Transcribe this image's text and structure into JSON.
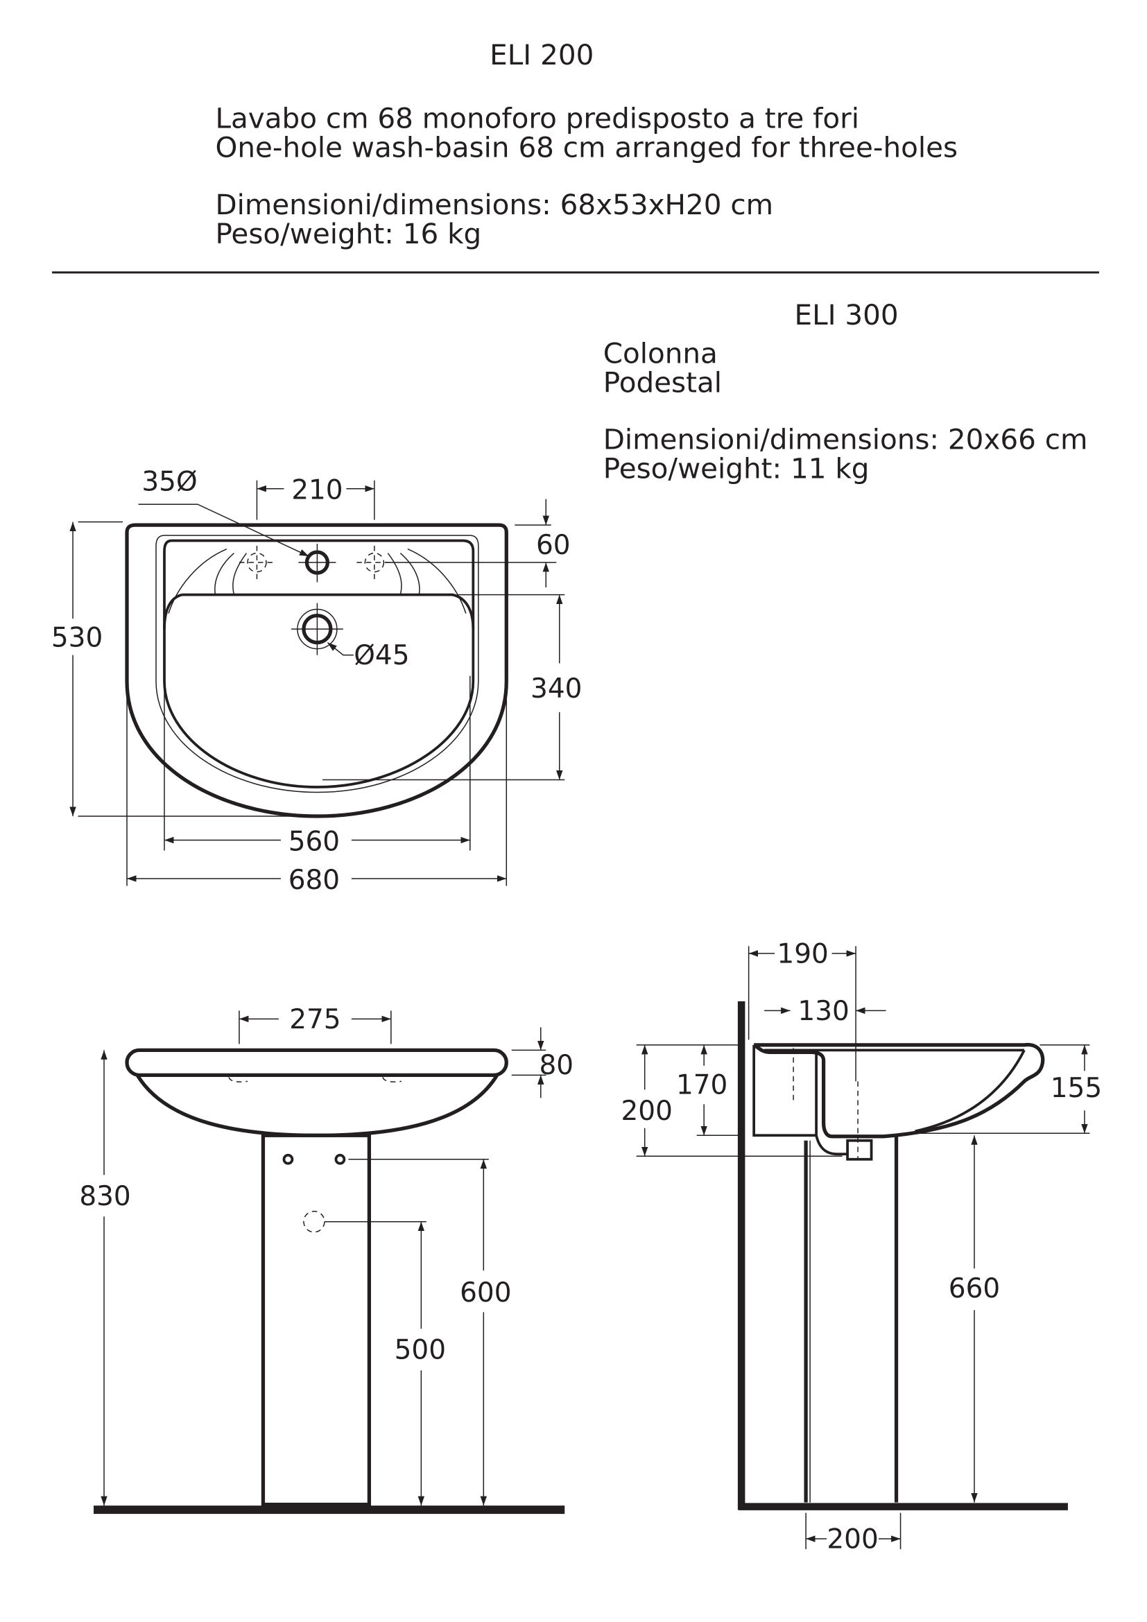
{
  "eli200": {
    "title": "ELI 200",
    "desc_it": "Lavabo cm 68 monoforo predisposto a tre fori",
    "desc_en": "One-hole wash-basin 68 cm arranged for three-holes",
    "dimensions": "Dimensioni/dimensions: 68x53xH20 cm",
    "weight": "Peso/weight: 16 kg"
  },
  "eli300": {
    "title": "ELI 300",
    "desc_it": "Colonna",
    "desc_en": "Podestal",
    "dimensions": "Dimensioni/dimensions: 20x66 cm",
    "weight": "Peso/weight: 11 kg"
  },
  "top_view": {
    "tap_hole": "35Ø",
    "hole_spacing": "210",
    "hole_offset": "60",
    "depth": "530",
    "bowl_depth": "340",
    "drain": "Ø45",
    "bowl_width": "560",
    "width": "680"
  },
  "front_view": {
    "fixing_spacing": "275",
    "rim_height": "80",
    "total_height": "830",
    "fixing_height": "600",
    "waste_height": "500"
  },
  "side_view": {
    "depth_190": "190",
    "depth_130": "130",
    "height_200": "200",
    "height_170": "170",
    "height_155": "155",
    "pedestal_height": "660",
    "pedestal_width": "200"
  }
}
